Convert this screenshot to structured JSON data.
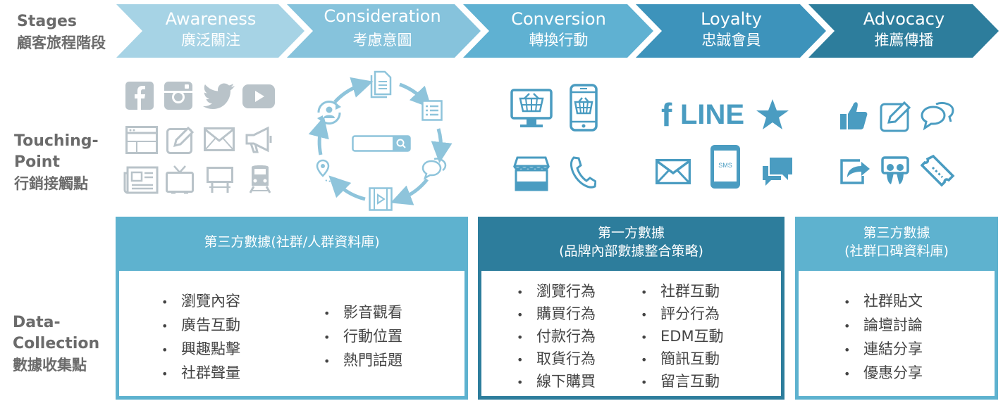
{
  "rows": {
    "stages": {
      "en": "Stages",
      "zh": "顧客旅程階段"
    },
    "touching": {
      "en1": "Touching-",
      "en2": "Point",
      "zh": "行銷接觸點"
    },
    "data": {
      "en1": "Data-",
      "en2": "Collection",
      "zh": "數據收集點"
    }
  },
  "stages": [
    {
      "en": "Awareness",
      "zh": "廣泛關注"
    },
    {
      "en": "Consideration",
      "zh": "考慮意圖"
    },
    {
      "en": "Conversion",
      "zh": "轉換行動"
    },
    {
      "en": "Loyalty",
      "zh": "忠誠會員"
    },
    {
      "en": "Advocacy",
      "zh": "推薦傳播"
    }
  ],
  "colors": {
    "stage1": "#a6d3e5",
    "stage2": "#86c3dc",
    "stage3": "#5fb1d2",
    "stage4": "#3d93bb",
    "stage5": "#2d7d9c",
    "panel_light": "#5eb2cf",
    "panel_dark": "#2d7d9c",
    "icon": "#4a9cc1",
    "icon_grey": "#b9c3c9"
  },
  "icons": {
    "awareness": [
      "facebook-icon",
      "instagram-icon",
      "twitter-icon",
      "youtube-icon",
      "browser-icon",
      "edit-icon",
      "mail-icon",
      "megaphone-icon",
      "newspaper-icon",
      "tv-icon",
      "billboard-icon",
      "train-icon"
    ],
    "consideration": [
      "document-icon",
      "list-icon",
      "chat-icon",
      "video-icon",
      "location-icon",
      "user-refresh-icon",
      "search-bar-icon"
    ],
    "conversion": [
      "desktop-cart-icon",
      "mobile-cart-icon",
      "store-icon",
      "phone-icon"
    ],
    "loyalty": [
      "facebook-icon",
      "star-icon",
      "mail-icon",
      "sms-phone-icon",
      "chat-icon"
    ],
    "advocacy": [
      "thumbs-up-icon",
      "edit-icon",
      "chat-icon",
      "share-icon",
      "slideshare-icon",
      "ticket-icon"
    ]
  },
  "line_text": "LINE",
  "sms_text": "SMS",
  "panels": [
    {
      "title": "第三方數據(社群/人群資料庫)",
      "col1": [
        "瀏覽內容",
        "廣告互動",
        "興趣點擊",
        "社群聲量"
      ],
      "col2": [
        "影音觀看",
        "行動位置",
        "熱門話題"
      ]
    },
    {
      "title1": "第一方數據",
      "title2": "(品牌內部數據整合策略)",
      "col1": [
        "瀏覽行為",
        "購買行為",
        "付款行為",
        "取貨行為",
        "線下購買"
      ],
      "col2": [
        "社群互動",
        "評分行為",
        "EDM互動",
        "簡訊互動",
        "留言互動"
      ]
    },
    {
      "title1": "第三方數據",
      "title2": "(社群口碑資料庫)",
      "col1": [
        "社群貼文",
        "論壇討論",
        "連結分享",
        "優惠分享"
      ]
    }
  ]
}
